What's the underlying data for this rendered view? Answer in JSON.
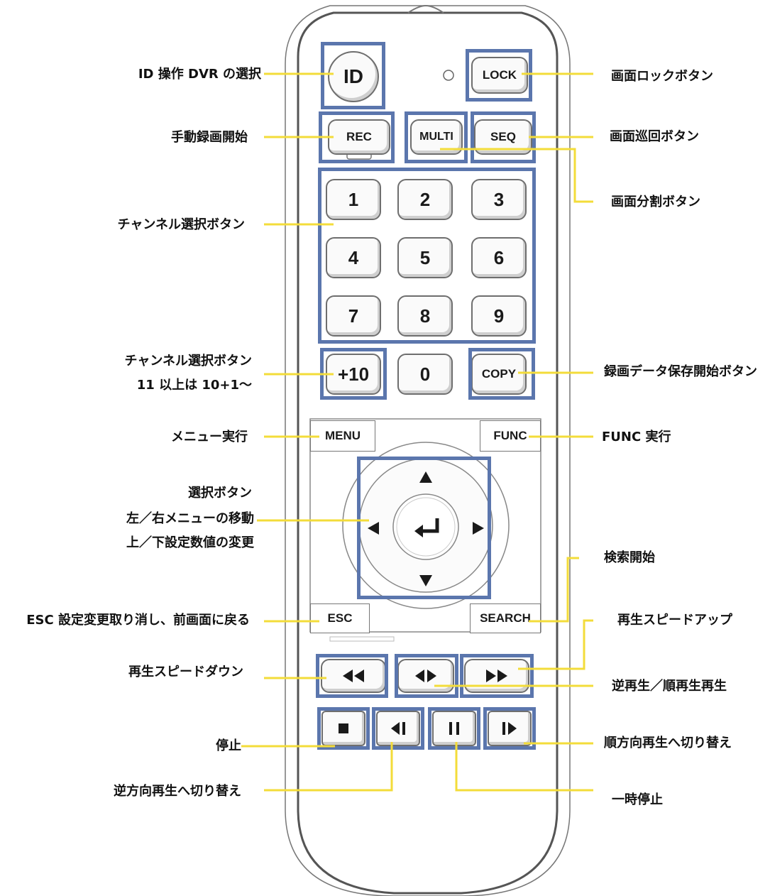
{
  "remote": {
    "id_label": "ID",
    "lock_label": "LOCK",
    "rec_label": "REC",
    "multi_label": "MULTI",
    "seq_label": "SEQ",
    "digits": [
      "1",
      "2",
      "3",
      "4",
      "5",
      "6",
      "7",
      "8",
      "9"
    ],
    "plus10_label": "+10",
    "zero_label": "0",
    "copy_label": "COPY",
    "menu_label": "MENU",
    "func_label": "FUNC",
    "esc_label": "ESC",
    "search_label": "SEARCH"
  },
  "labels": {
    "id_select": "ID 操作 DVR の選択",
    "lock": "画面ロックボタン",
    "rec": "手動録画開始",
    "seq": "画面巡回ボタン",
    "multi": "画面分割ボタン",
    "channel": "チャンネル選択ボタン",
    "channel10_line1": "チャンネル選択ボタン",
    "channel10_line2": "11 以上は 10+1～",
    "copy": "録画データ保存開始ボタン",
    "menu": "メニュー実行",
    "func": "FUNC 実行",
    "select_line1": "選択ボタン",
    "select_line2": "左／右メニューの移動",
    "select_line3": "上／下設定数値の変更",
    "search": "検索開始",
    "esc": "ESC 設定変更取り消し、前画面に戻る",
    "speed_up": "再生スピードアップ",
    "speed_down": "再生スピードダウン",
    "reverse_forward": "逆再生／順再生再生",
    "stop": "停止",
    "forward_switch": "順方向再生へ切り替え",
    "reverse_switch": "逆方向再生へ切り替え",
    "pause": "一時停止"
  },
  "colors": {
    "frame": "#5b76ad",
    "leader": "#f3dc3a",
    "outline": "#6e6e6e"
  }
}
